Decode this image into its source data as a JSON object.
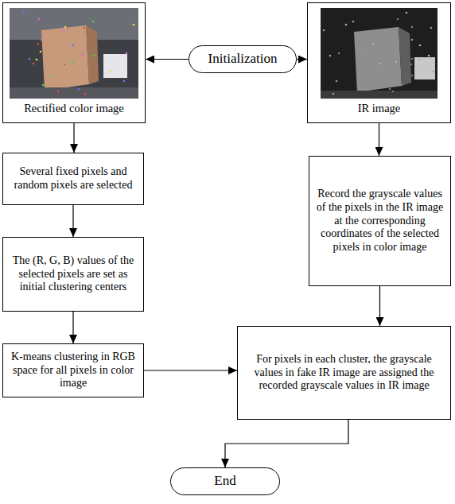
{
  "diagram": {
    "nodes": [
      {
        "text": [
          "Initialization"
        ]
      },
      {
        "text": [
          "Rectified color image"
        ]
      },
      {
        "text": [
          "IR image"
        ]
      },
      {
        "text": [
          "Several fixed pixels and random pixels are selected"
        ]
      },
      {
        "text": [
          "The (R, G, B) values of the selected pixels are set as initial clustering centers"
        ]
      },
      {
        "text": [
          "K-means clustering in RGB space for all pixels in color image"
        ]
      },
      {
        "text": [
          "Record the grayscale values of the pixels in the IR image at the corresponding coordinates of the selected pixels in color image"
        ]
      },
      {
        "text": [
          "For pixels in each cluster, the grayscale values in fake IR image are assigned the recorded grayscale values in IR image"
        ]
      },
      {
        "text": [
          "End"
        ]
      }
    ],
    "edges": [
      {
        "from": 0,
        "to": 1,
        "arrow": "to"
      },
      {
        "from": 0,
        "to": 2,
        "arrow": "to"
      },
      {
        "from": 1,
        "to": 3,
        "arrow": "to"
      },
      {
        "from": 3,
        "to": 4,
        "arrow": "to"
      },
      {
        "from": 4,
        "to": 5,
        "arrow": "to"
      },
      {
        "from": 2,
        "to": 6,
        "arrow": "to"
      },
      {
        "from": 6,
        "to": 7,
        "arrow": "to"
      },
      {
        "from": 5,
        "to": 7,
        "arrow": "to"
      },
      {
        "from": 7,
        "to": 8,
        "arrow": "to"
      }
    ]
  }
}
